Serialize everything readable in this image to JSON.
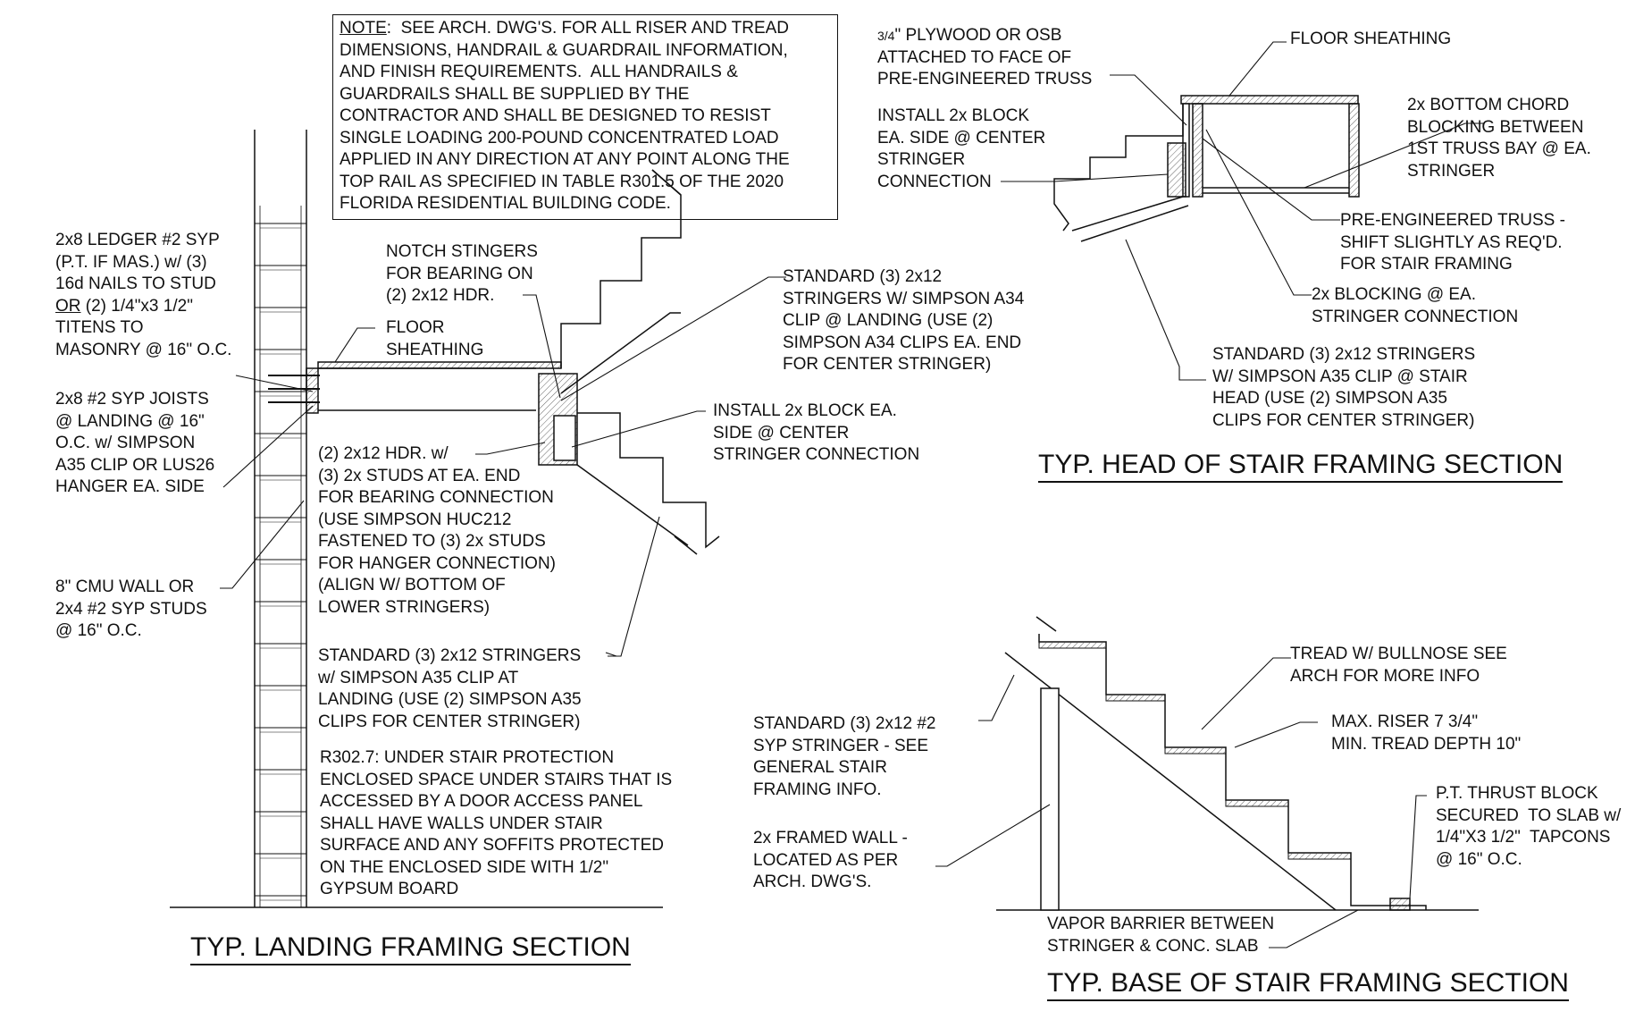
{
  "landing": {
    "title": "TYP. LANDING FRAMING SECTION",
    "note": {
      "label": "NOTE",
      "text_first": ":  SEE ARCH. DWG'S. FOR ALL RISER AND TREAD",
      "lines": [
        "DIMENSIONS, HANDRAIL & GUARDRAIL INFORMATION,",
        "AND FINISH REQUIREMENTS.  ALL HANDRAILS &",
        "GUARDRAILS SHALL BE SUPPLIED BY THE",
        "CONTRACTOR AND SHALL BE DESIGNED TO RESIST",
        "SINGLE LOADING 200-POUND CONCENTRATED LOAD",
        "APPLIED IN ANY DIRECTION AT ANY POINT ALONG THE",
        "TOP RAIL AS SPECIFIED IN TABLE R301.5 OF THE 2020",
        "FLORIDA RESIDENTIAL BUILDING CODE."
      ]
    },
    "ledger": {
      "lines_a": [
        "2x8 LEDGER #2 SYP",
        "(P.T. IF MAS.) w/ (3)",
        "16d NAILS TO STUD"
      ],
      "or_word": "OR",
      "or_rest": " (2) 1/4\"x3 1/2\"",
      "lines_b": [
        "TITENS TO",
        "MASONRY @ 16\" O.C."
      ]
    },
    "joists": [
      "2x8 #2 SYP JOISTS",
      "@ LANDING @ 16\"",
      "O.C. w/ SIMPSON",
      "A35 CLIP OR LUS26",
      "HANGER EA. SIDE"
    ],
    "cmu_wall": [
      "8\" CMU WALL OR",
      "2x4 #2 SYP STUDS",
      "@ 16\" O.C."
    ],
    "notch": [
      "NOTCH STINGERS",
      "FOR BEARING ON",
      "(2) 2x12 HDR."
    ],
    "floor_sheathing": [
      "FLOOR",
      "SHEATHING"
    ],
    "upper_stringers": [
      "STANDARD (3) 2x12",
      "STRINGERS W/ SIMPSON A34",
      "CLIP @ LANDING (USE (2)",
      "SIMPSON A34 CLIPS EA. END",
      "FOR CENTER STRINGER)"
    ],
    "block": [
      "INSTALL 2x BLOCK EA.",
      "SIDE @ CENTER",
      "STRINGER CONNECTION"
    ],
    "header": [
      "(2) 2x12 HDR. w/",
      "(3) 2x STUDS AT EA. END",
      "FOR BEARING CONNECTION",
      "(USE SIMPSON HUC212",
      "FASTENED TO (3) 2x STUDS",
      "FOR HANGER CONNECTION)",
      "(ALIGN W/ BOTTOM OF",
      "LOWER STRINGERS)"
    ],
    "lower_stringers": [
      "STANDARD (3) 2x12 STRINGERS",
      "w/ SIMPSON A35 CLIP AT",
      "LANDING (USE (2) SIMPSON A35",
      "CLIPS FOR CENTER STRINGER)"
    ],
    "r302": [
      "R302.7: UNDER STAIR PROTECTION",
      "ENCLOSED SPACE UNDER STAIRS THAT IS",
      "ACCESSED BY A DOOR ACCESS PANEL",
      "SHALL HAVE WALLS UNDER STAIR",
      "SURFACE AND ANY SOFFITS PROTECTED",
      "ON THE ENCLOSED SIDE WITH 1/2\"",
      "GYPSUM BOARD"
    ]
  },
  "head": {
    "title": "TYP. HEAD OF STAIR FRAMING SECTION",
    "plywood": {
      "frac": "3/4",
      "first_rest": "\" PLYWOOD OR OSB",
      "lines": [
        "ATTACHED TO FACE OF",
        "PRE-ENGINEERED TRUSS"
      ]
    },
    "block": [
      "INSTALL 2x BLOCK",
      "EA. SIDE @ CENTER",
      "STRINGER",
      "CONNECTION"
    ],
    "floor_sheathing": "FLOOR SHEATHING",
    "bottom_chord": [
      "2x BOTTOM CHORD",
      "BLOCKING BETWEEN",
      "1ST TRUSS BAY @ EA.",
      "STRINGER"
    ],
    "truss": [
      "PRE-ENGINEERED TRUSS -",
      "SHIFT SLIGHTLY AS REQ'D.",
      "FOR STAIR FRAMING"
    ],
    "blocking": [
      "2x BLOCKING @ EA.",
      "STRINGER CONNECTION"
    ],
    "stringers": [
      "STANDARD (3) 2x12 STRINGERS",
      "W/ SIMPSON A35 CLIP @ STAIR",
      "HEAD (USE (2) SIMPSON A35",
      "CLIPS FOR CENTER STRINGER)"
    ]
  },
  "base": {
    "title": "TYP. BASE OF STAIR FRAMING SECTION",
    "tread": [
      "TREAD W/ BULLNOSE SEE",
      "ARCH FOR MORE INFO"
    ],
    "riser": [
      "MAX. RISER 7 3/4\"",
      "MIN. TREAD DEPTH 10\""
    ],
    "stringer": [
      "STANDARD (3) 2x12 #2",
      "SYP STRINGER - SEE",
      "GENERAL STAIR",
      "FRAMING INFO."
    ],
    "thrust": [
      "P.T. THRUST BLOCK",
      "SECURED  TO SLAB w/",
      "1/4\"X3 1/2\"  TAPCONS",
      "@ 16\" O.C."
    ],
    "wall": [
      "2x FRAMED WALL -",
      "LOCATED AS PER",
      "ARCH. DWG'S."
    ],
    "vapor": [
      "VAPOR BARRIER BETWEEN",
      "STRINGER & CONC. SLAB"
    ]
  }
}
